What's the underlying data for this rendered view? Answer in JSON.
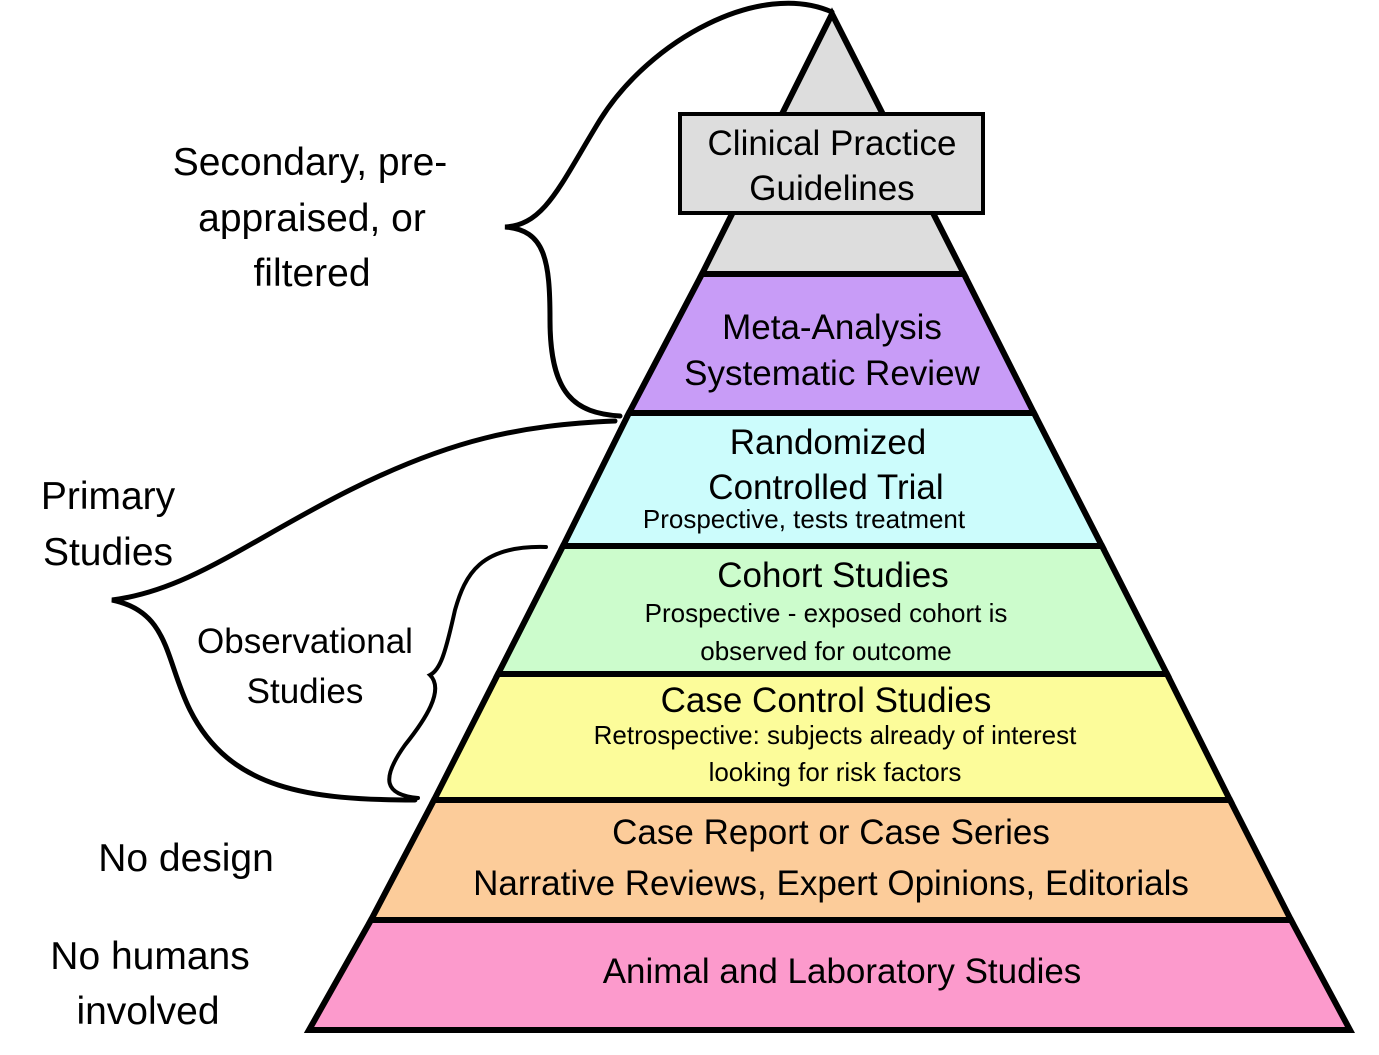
{
  "colors": {
    "apex": "#dddddd",
    "guidelines_box": "#dddddd",
    "meta": "#c89cf7",
    "rct": "#ccfcfc",
    "cohort": "#ccfccc",
    "case_control": "#fcfc9a",
    "case_report": "#fccc9a",
    "animal": "#fc9acc",
    "outline": "#000000"
  },
  "pyramid": {
    "guidelines": {
      "line1": "Clinical Practice",
      "line2": "Guidelines"
    },
    "meta": {
      "line1": "Meta-Analysis",
      "line2": "Systematic Review"
    },
    "rct": {
      "line1": "Randomized",
      "line2": "Controlled Trial",
      "sub": "Prospective, tests treatment"
    },
    "cohort": {
      "title": "Cohort Studies",
      "sub1": "Prospective - exposed cohort is",
      "sub2": "observed for outcome"
    },
    "case_control": {
      "title": "Case Control Studies",
      "sub1": "Retrospective: subjects already of interest",
      "sub2": "looking for risk factors"
    },
    "case_report": {
      "line1": "Case Report or Case Series",
      "line2": "Narrative Reviews, Expert Opinions, Editorials"
    },
    "animal": {
      "line1": "Animal and Laboratory Studies"
    }
  },
  "side_labels": {
    "secondary": {
      "line1": "Secondary, pre-",
      "line2": "appraised, or",
      "line3": "filtered"
    },
    "primary": {
      "line1": "Primary",
      "line2": "Studies"
    },
    "observational": {
      "line1": "Observational",
      "line2": "Studies"
    },
    "no_design": {
      "line1": "No design"
    },
    "no_humans": {
      "line1": "No humans",
      "line2": "involved"
    }
  }
}
